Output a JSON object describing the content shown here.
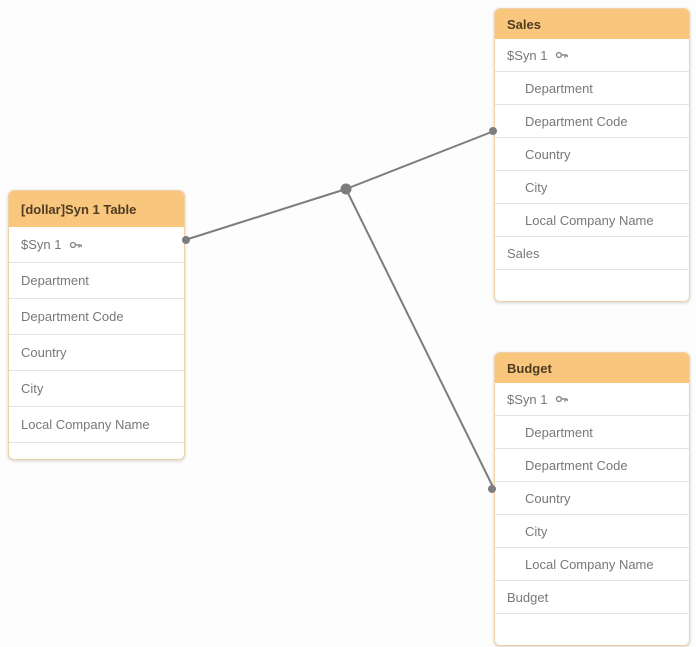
{
  "colors": {
    "canvas_bg": "#fdfdfd",
    "header_bg": "#f9c67e",
    "header_text": "#4f3b20",
    "card_border": "#efd0a7",
    "row_divider": "#e3e3e3",
    "field_text": "#787878",
    "connector": "#7d7d7d"
  },
  "tables": [
    {
      "id": "syn-1-table",
      "title": "[dollar]Syn 1 Table",
      "fields": [
        {
          "label": "$Syn 1",
          "key": true,
          "icon": "key-icon"
        },
        {
          "label": "Department"
        },
        {
          "label": "Department Code"
        },
        {
          "label": "Country"
        },
        {
          "label": "City"
        },
        {
          "label": "Local Company Name"
        }
      ]
    },
    {
      "id": "sales",
      "title": "Sales",
      "fields": [
        {
          "label": "$Syn 1",
          "key": true,
          "icon": "key-icon"
        },
        {
          "label": "Department",
          "indent": true
        },
        {
          "label": "Department Code",
          "indent": true
        },
        {
          "label": "Country",
          "indent": true
        },
        {
          "label": "City",
          "indent": true
        },
        {
          "label": "Local Company Name",
          "indent": true
        },
        {
          "label": "Sales"
        }
      ]
    },
    {
      "id": "budget",
      "title": "Budget",
      "fields": [
        {
          "label": "$Syn 1",
          "key": true,
          "icon": "key-icon"
        },
        {
          "label": "Department",
          "indent": true
        },
        {
          "label": "Department Code",
          "indent": true
        },
        {
          "label": "Country",
          "indent": true
        },
        {
          "label": "City",
          "indent": true
        },
        {
          "label": "Local Company Name",
          "indent": true
        },
        {
          "label": "Budget"
        }
      ]
    }
  ],
  "connectors": {
    "description": "synthetic-key association between Syn 1 Table, Sales and Budget"
  }
}
